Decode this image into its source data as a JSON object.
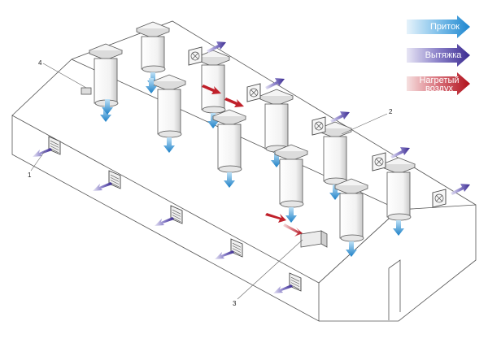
{
  "legend": {
    "supply": "Приток",
    "exhaust": "Вытяжка",
    "heated_line1": "Нагретый",
    "heated_line2": "воздух"
  },
  "callouts": [
    "1",
    "2",
    "3",
    "4"
  ],
  "colors": {
    "supply": "#3a9ad8",
    "exhaust": "#4b3a9e",
    "heated": "#c0202a",
    "outline": "#555555"
  }
}
